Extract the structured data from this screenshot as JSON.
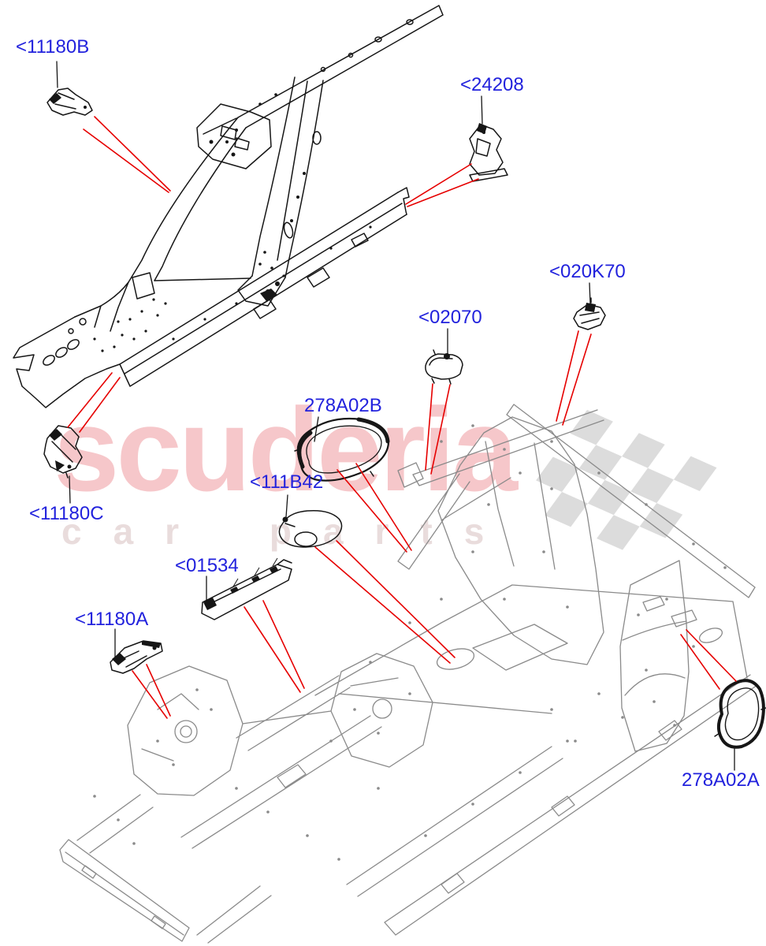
{
  "watermark": {
    "brand": "scuderia",
    "tagline": "car parts"
  },
  "labels": [
    {
      "part": "11180B",
      "text": "<11180B"
    },
    {
      "part": "24208",
      "text": "<24208"
    },
    {
      "part": "020K70",
      "text": "<020K70"
    },
    {
      "part": "02070",
      "text": "<02070"
    },
    {
      "part": "278A02B",
      "text": "278A02B"
    },
    {
      "part": "111B42",
      "text": "<111B42"
    },
    {
      "part": "11180C",
      "text": "<11180C"
    },
    {
      "part": "01534",
      "text": "<01534"
    },
    {
      "part": "11180A",
      "text": "<11180A"
    },
    {
      "part": "278A02A",
      "text": "278A02A"
    }
  ],
  "colors": {
    "label_blue": "#2222dd",
    "leader_red": "#e60000",
    "art_black": "#161616",
    "art_gray": "#8a8a8a",
    "watermark_pink": "#f6c7ca",
    "watermark_pink2": "#e9dcdc",
    "flag_gray": "#dcdcdc"
  }
}
